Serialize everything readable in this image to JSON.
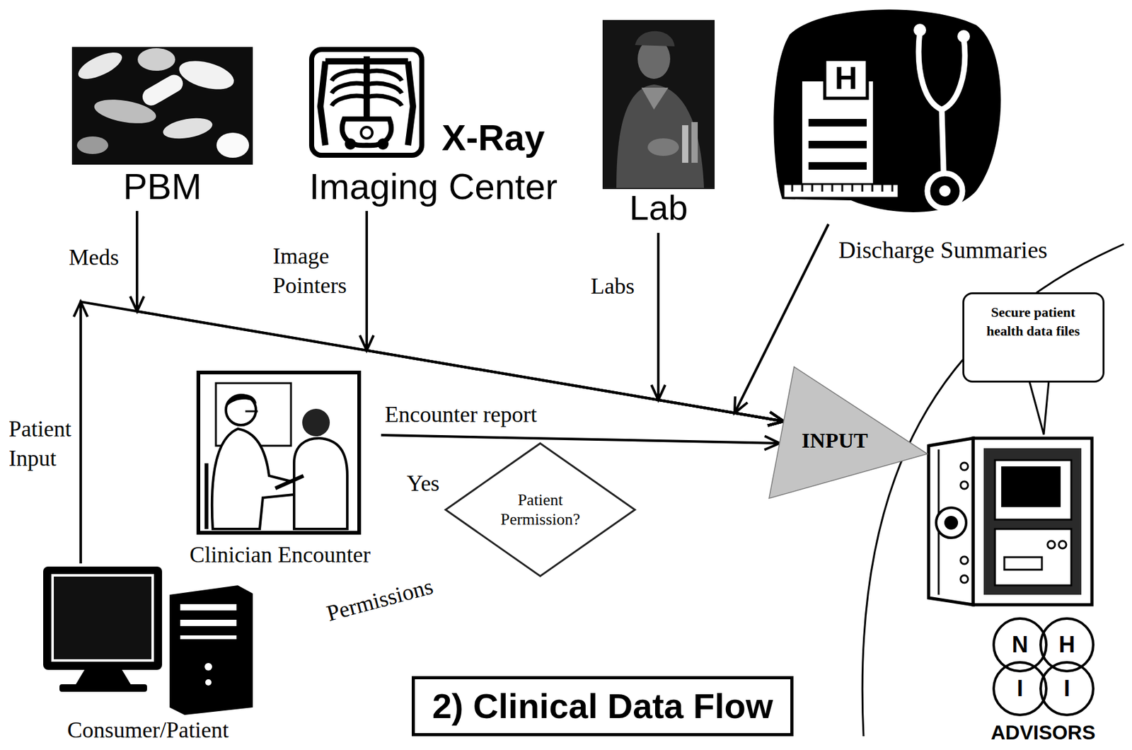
{
  "diagram": {
    "title": "2) Clinical Data Flow",
    "nodes": [
      {
        "text": [
          "PBM"
        ]
      },
      {
        "text": [
          "X-Ray",
          "Imaging Center"
        ]
      },
      {
        "text": [
          "Lab"
        ]
      },
      {
        "text": [
          "Discharge Summaries"
        ]
      },
      {
        "text": [
          "Secure patient health data files"
        ]
      },
      {
        "text": [
          "Clinician Encounter"
        ]
      },
      {
        "text": [
          "INPUT"
        ]
      },
      {
        "text": [
          "Patient Permission?"
        ]
      },
      {
        "text": [
          "Consumer/Patient"
        ]
      }
    ],
    "edges": [
      {
        "from": 0,
        "to": 6,
        "label": "Meds",
        "arrow": "to"
      },
      {
        "from": 1,
        "to": 6,
        "label": "Image Pointers",
        "arrow": "to"
      },
      {
        "from": 2,
        "to": 6,
        "label": "Labs",
        "arrow": "to"
      },
      {
        "from": 3,
        "to": 6,
        "arrow": "to"
      },
      {
        "from": 5,
        "to": 6,
        "label": "Encounter report",
        "arrow": "to"
      },
      {
        "from": 8,
        "to": 6,
        "label": "Patient Input",
        "arrow": "to"
      }
    ],
    "labels": [
      "H",
      "Yes",
      "Permissions",
      "N",
      "H",
      "I",
      "I",
      "ADVISORS"
    ]
  }
}
